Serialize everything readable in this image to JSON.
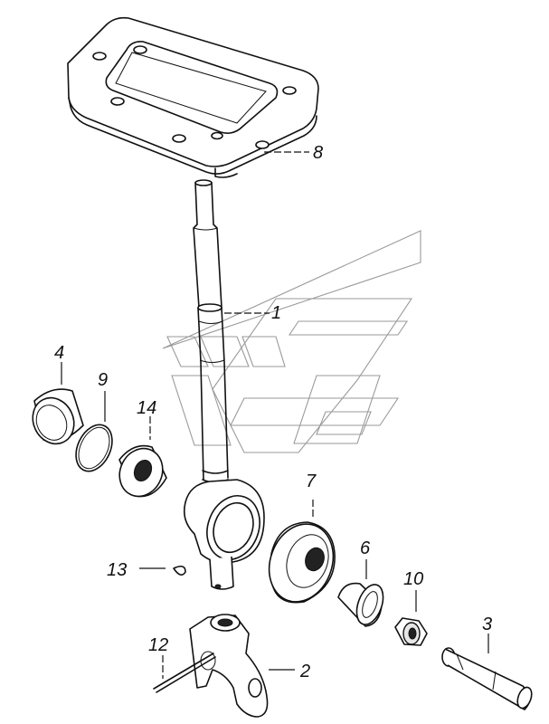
{
  "callouts": [
    {
      "id": "1",
      "label": "1"
    },
    {
      "id": "2",
      "label": "2"
    },
    {
      "id": "3",
      "label": "3"
    },
    {
      "id": "4",
      "label": "4"
    },
    {
      "id": "6",
      "label": "6"
    },
    {
      "id": "7",
      "label": "7"
    },
    {
      "id": "8",
      "label": "8"
    },
    {
      "id": "9",
      "label": "9"
    },
    {
      "id": "10",
      "label": "10"
    },
    {
      "id": "12",
      "label": "12"
    },
    {
      "id": "13",
      "label": "13"
    },
    {
      "id": "14",
      "label": "14"
    }
  ]
}
